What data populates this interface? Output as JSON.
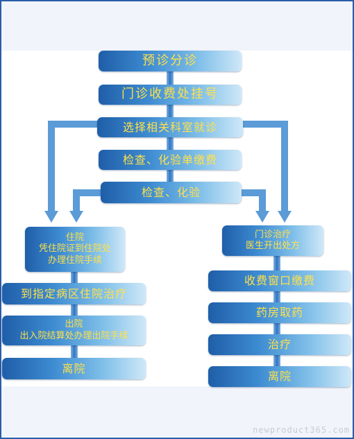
{
  "flow": {
    "n1": "预诊分诊",
    "n2": "门诊收费处挂号",
    "n3": "选择相关科室就诊",
    "n4": "检查、化验单缴费",
    "n5": "检查、化验",
    "left": {
      "admit_1": "住院",
      "admit_2": "凭住院证到住院处",
      "admit_3": "办理住院手续",
      "ward": "到指定病区住院治疗",
      "discharge_1": "出院",
      "discharge_2": "出入院结算处办理出院手续",
      "leave": "离院"
    },
    "right": {
      "clinic_1": "门诊治疗",
      "clinic_2": "医生开出处方",
      "pay": "收费窗口缴费",
      "pharmacy": "药房取药",
      "treat": "治疗",
      "leave": "离院"
    }
  },
  "watermark": "newproduct365.com"
}
